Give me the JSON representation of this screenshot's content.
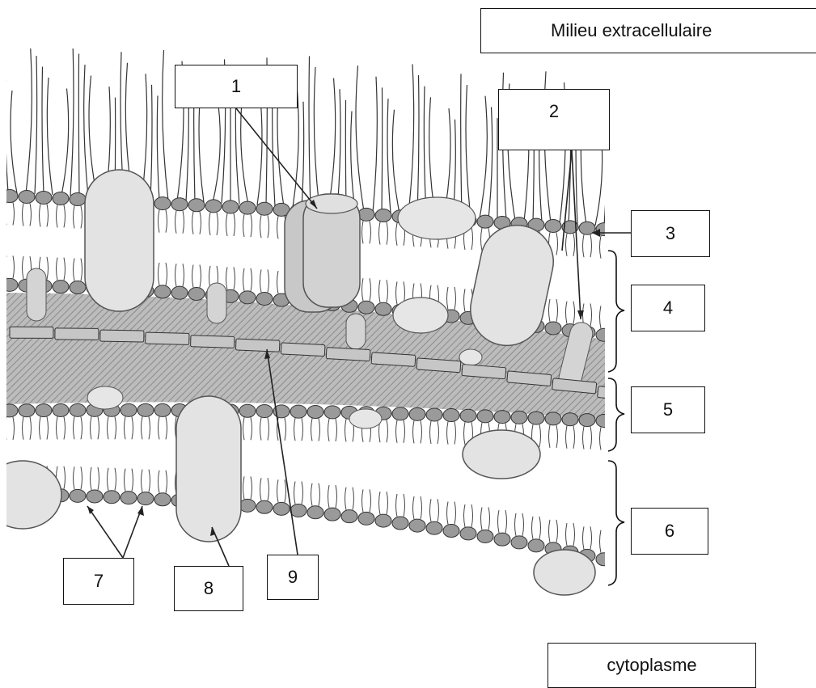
{
  "labels": {
    "extracellular": "Milieu extracellulaire",
    "cytoplasm": "cytoplasme",
    "n1": "1",
    "n2": "2",
    "n3": "3",
    "n4": "4",
    "n5": "5",
    "n6": "6",
    "n7": "7",
    "n8": "8",
    "n9": "9"
  },
  "colors": {
    "head": "#9a9a9a",
    "lumen": "#bdbdbd",
    "protein": "#d9d9d9",
    "line": "#222222"
  }
}
